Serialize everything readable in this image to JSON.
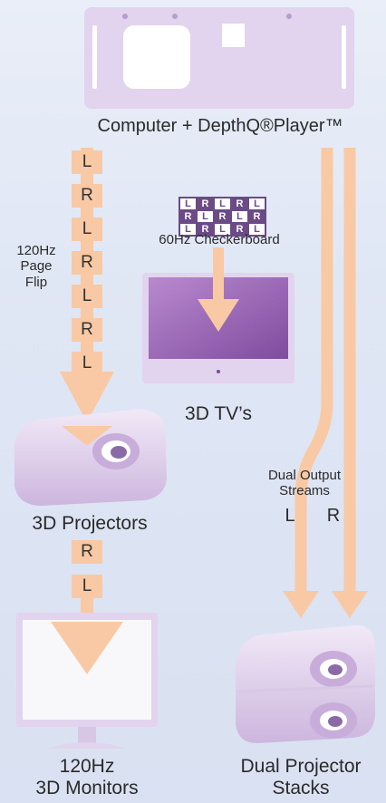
{
  "labels": {
    "computer": "Computer + DepthQ®Player™",
    "page_flip": "120Hz Page Flip",
    "checkerboard": "60Hz Checkerboard",
    "tvs": "3D TV’s",
    "projectors": "3D Projectors",
    "dual_streams": "Dual Output Streams",
    "stream_l": "L",
    "stream_r": "R",
    "monitors_line1": "120Hz",
    "monitors_line2": "3D Monitors",
    "stacks_line1": "Dual Projector",
    "stacks_line2": "Stacks"
  },
  "page_flip_frames": [
    "L",
    "R",
    "L",
    "R",
    "L",
    "R",
    "L"
  ],
  "monitor_frames": [
    "R",
    "L"
  ],
  "checkerboard": [
    [
      "L",
      "R",
      "L",
      "R",
      "L"
    ],
    [
      "R",
      "L",
      "R",
      "L",
      "R"
    ],
    [
      "L",
      "R",
      "L",
      "R",
      "L"
    ]
  ],
  "colors": {
    "arrow": "#f8c9a4",
    "device": "#e2d3ee",
    "device_dark": "#b89ccd",
    "checker": "#6b4a86"
  }
}
